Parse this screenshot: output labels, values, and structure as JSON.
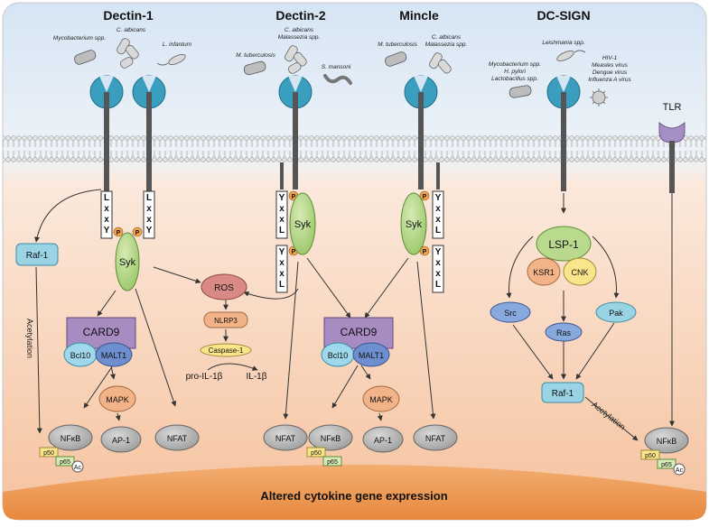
{
  "receptors": {
    "dectin1": "Dectin-1",
    "dectin2": "Dectin-2",
    "mincle": "Mincle",
    "dcsign": "DC-SIGN",
    "tlr": "TLR"
  },
  "pathogens": {
    "mycobacterium": "Mycobacterium spp.",
    "c_albicans_1": "C. albicans",
    "l_infantum": "L. infantum",
    "m_tuberculosis_1": "M. tuberculosis",
    "c_albicans_2": "C. albicans",
    "malassezia_1": "Malassezia spp.",
    "s_mansoni": "S. mansoni",
    "m_tuberculosis_2": "M. tuberculosis",
    "c_albicans_3": "C. albicans",
    "malassezia_2": "Malassezia spp.",
    "leishmania": "Leishmania spp.",
    "mycobacterium_2": "Mycobacterium spp.",
    "h_pylori": "H. pylori",
    "lactobacillus": "Lactobacillus spp.",
    "hiv": "HIV-1",
    "measles": "Measles virus",
    "dengue": "Dengue virus",
    "influenza": "Influenza A virus"
  },
  "motifs": {
    "lxxy": [
      "L",
      "x",
      "x",
      "Y"
    ],
    "yxxl": [
      "Y",
      "x",
      "x",
      "L"
    ],
    "p": "P"
  },
  "nodes": {
    "raf1_left": "Raf-1",
    "syk_1": "Syk",
    "syk_2": "Syk",
    "syk_3": "Syk",
    "ros": "ROS",
    "nlrp3": "NLRP3",
    "caspase1": "Caspase-1",
    "pro_il1b": "pro-IL-1β",
    "il1b": "IL-1β",
    "card9_1": "CARD9",
    "bcl10_1": "Bcl10",
    "malt1_1": "MALT1",
    "card9_2": "CARD9",
    "bcl10_2": "Bcl10",
    "malt1_2": "MALT1",
    "mapk_1": "MAPK",
    "mapk_2": "MAPK",
    "nfkb_1": "NFκB",
    "ap1_1": "AP-1",
    "nfat_1": "NFAT",
    "nfat_2": "NFAT",
    "nfkb_2": "NFκB",
    "ap1_2": "AP-1",
    "nfat_3": "NFAT",
    "lsp1": "LSP-1",
    "ksr1": "KSR1",
    "cnk": "CNK",
    "src": "Src",
    "pak": "Pak",
    "ras": "Ras",
    "raf1_right": "Raf-1",
    "nfkb_3": "NFκB",
    "p50": "p50",
    "p65": "p65",
    "ac": "Ac"
  },
  "labels": {
    "acetylation_left": "Acetylation",
    "acetylation_right": "Acetylation",
    "footer": "Altered cytokine gene expression"
  },
  "colors": {
    "background_top": "#dce8f5",
    "background_bottom": "#f7c7a4",
    "nucleus": "#f0a35d",
    "receptor": "#3a9fbe",
    "syk": "#b9d98d",
    "card9": "#a78cc2",
    "bcl10": "#9fd8ea",
    "malt1": "#6e8fcf",
    "mapk": "#f3b388",
    "ros": "#d98a86",
    "raf1": "#9ad3e4",
    "lsp1": "#b9d98d",
    "ksr1": "#f3b388",
    "cnk": "#fbe58b",
    "src_ras": "#88a9dd",
    "pak": "#9ad3e4",
    "tf": "#bfbfbf",
    "tlr": "#a58ec4"
  }
}
